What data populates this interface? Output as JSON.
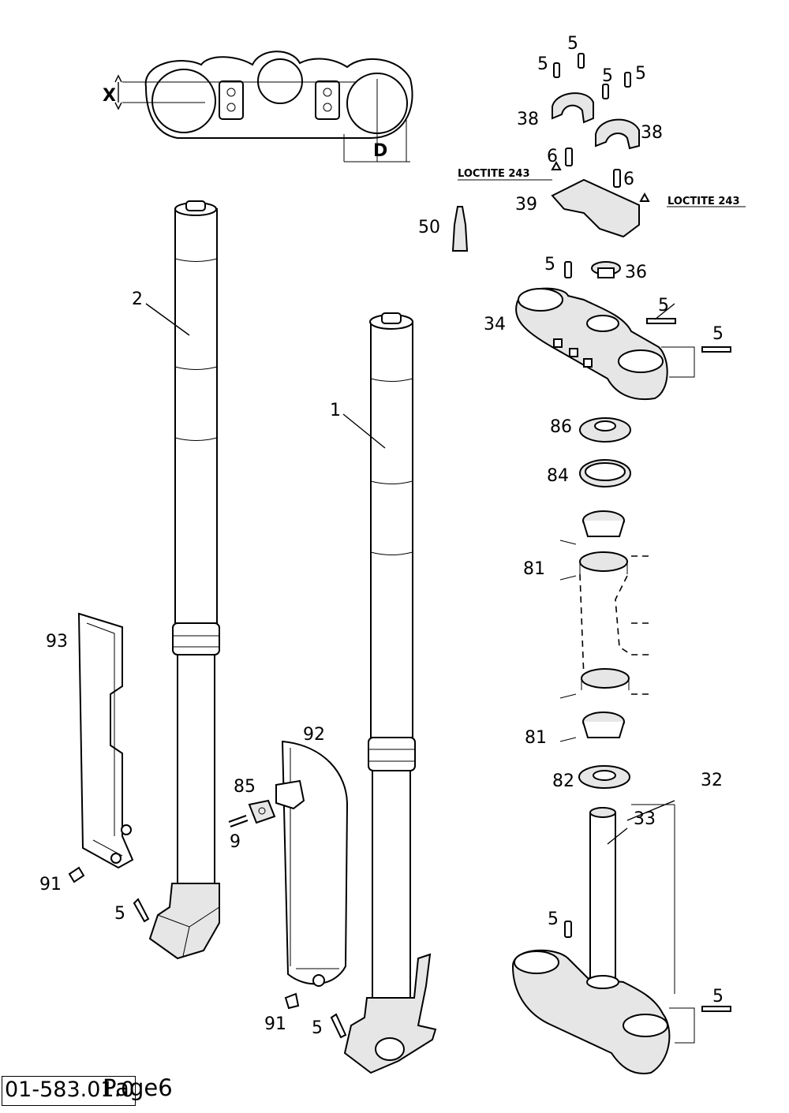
{
  "dimensions": {
    "x_label": "X",
    "d_label": "D"
  },
  "parts": {
    "p1": "1",
    "p2": "2",
    "p5": "5",
    "p6": "6",
    "p9": "9",
    "p32": "32",
    "p33": "33",
    "p34": "34",
    "p36": "36",
    "p38": "38",
    "p39": "39",
    "p50": "50",
    "p81": "81",
    "p82": "82",
    "p84": "84",
    "p85": "85",
    "p86": "86",
    "p91": "91",
    "p92": "92",
    "p93": "93"
  },
  "notes": {
    "loctite": "LOCTITE 243"
  },
  "footer": {
    "code": "01-583.01.0",
    "page": "Page6"
  }
}
